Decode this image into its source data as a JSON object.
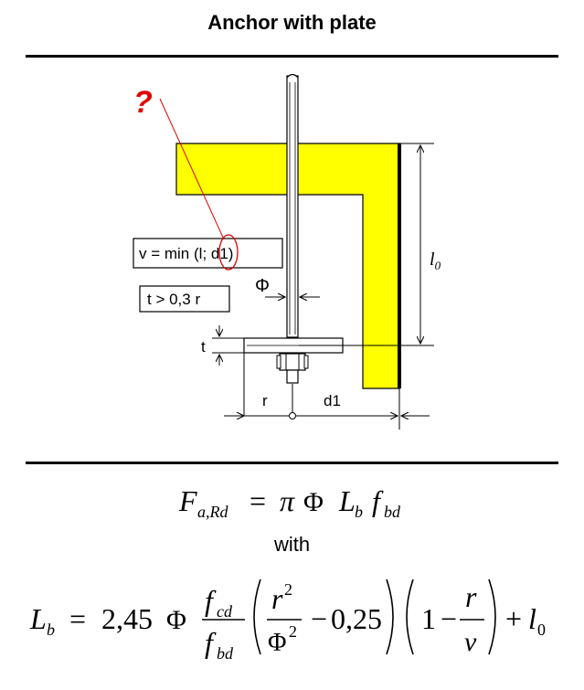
{
  "title": "Anchor with plate",
  "colors": {
    "plate": "#ffff00",
    "question": "#e00000",
    "line": "#000000"
  },
  "diagram": {
    "question_mark": "?",
    "v_box": {
      "prefix": "v = min (",
      "l": "l",
      "suffix": "; d1)"
    },
    "t_box": "t > 0,3 r",
    "phi": "Φ",
    "l0": {
      "main": "l",
      "sub": "0"
    },
    "t": "t",
    "r": "r",
    "d1": "d1"
  },
  "formula1": {
    "F": "F",
    "F_sub": "a,Rd",
    "eq": "=",
    "pi": "π",
    "Phi": "Φ",
    "L": "L",
    "L_sub": "b",
    "f": "f",
    "f_sub": "bd"
  },
  "with_text": "with",
  "formula2": {
    "L": "L",
    "L_sub": "b",
    "eq": "=",
    "coef": "2,45",
    "Phi": "Φ",
    "f_num": "f",
    "f_num_sub": "cd",
    "f_den": "f",
    "f_den_sub": "bd",
    "r": "r",
    "r_exp": "2",
    "Phi_exp": "2",
    "minus1": "−",
    "c025": "0,25",
    "one": "1",
    "minus2": "−",
    "nu": "ν",
    "plus": "+",
    "l": "l",
    "l_sub": "0"
  }
}
